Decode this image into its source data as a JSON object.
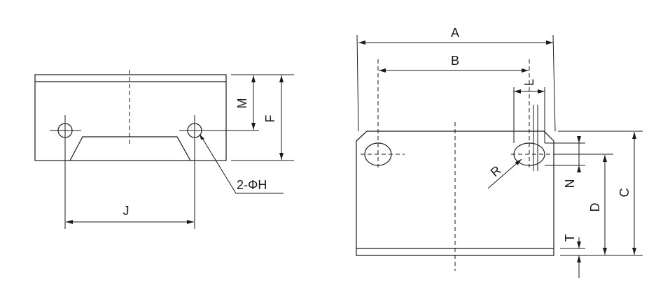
{
  "labels": {
    "A": "A",
    "B": "B",
    "L": "L",
    "R": "R",
    "C": "C",
    "D": "D",
    "N": "N",
    "T": "T",
    "M": "M",
    "F": "F",
    "J": "J",
    "hole_callout": "2-ΦH"
  },
  "colors": {
    "line": "#1a1a1a",
    "background": "#ffffff"
  }
}
